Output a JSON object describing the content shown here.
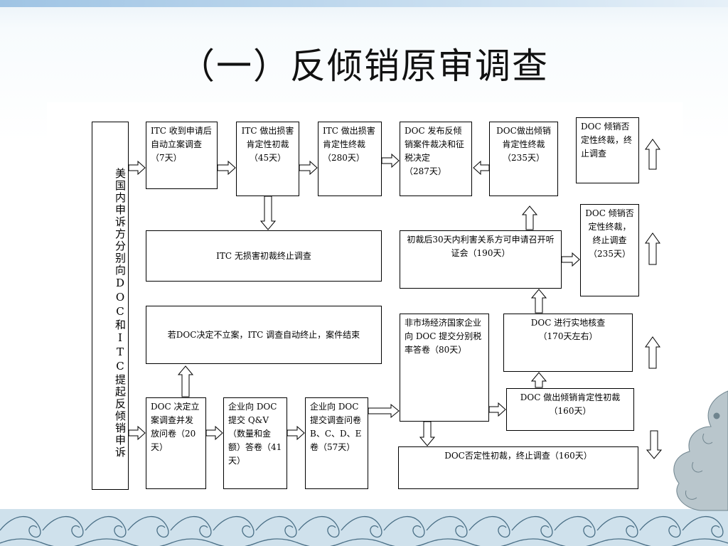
{
  "slide": {
    "title": "（一）反倾销原审调查"
  },
  "boxes": {
    "left_vertical": "美国内申诉方分别向DOC和ITC提起反倾销申诉",
    "itc_receive": "ITC 收到申请后自动立案调查（7天）",
    "itc_prelim": "ITC 做出损害肯定性初裁\n（45天）",
    "itc_final": "ITC 做出损害肯定性终裁（280天）",
    "doc_publish": "DOC 发布反倾销案件裁决和征税决定\n（287天）",
    "doc_final_affirm": "DOC做出倾销肯定性终裁\n（235天）",
    "doc_neg_final_top": "DOC 倾销否定性终裁，终止调查",
    "itc_no_injury": "ITC 无损害初裁终止调查",
    "hearing": "初裁后30天内利害关系方可申请召开听证会（190天）",
    "doc_neg_final_mid": "DOC 倾销否定性终裁，终止调查\n（235天）",
    "doc_not_initiate": "若DOC决定不立案，ITC 调查自动终止，案件结束",
    "doc_verify": "DOC 进行实地核查\n（170天左右）",
    "non_market": "非市场经济国家企业向 DOC 提交分别税率答卷（80天）",
    "doc_prelim_affirm": "DOC 做出倾销肯定性初裁\n（160天）",
    "doc_initiate": "DOC 决定立案调查并发放问卷（20天）",
    "q_and_v": "企业向 DOC 提交 Q&V（数量和金额）答卷（41天）",
    "questionnaire": "企业向 DOC 提交调查问卷 B、C、D、E卷（57天）",
    "doc_neg_prelim": "DOC否定性初裁，终止调查（160天）"
  }
}
